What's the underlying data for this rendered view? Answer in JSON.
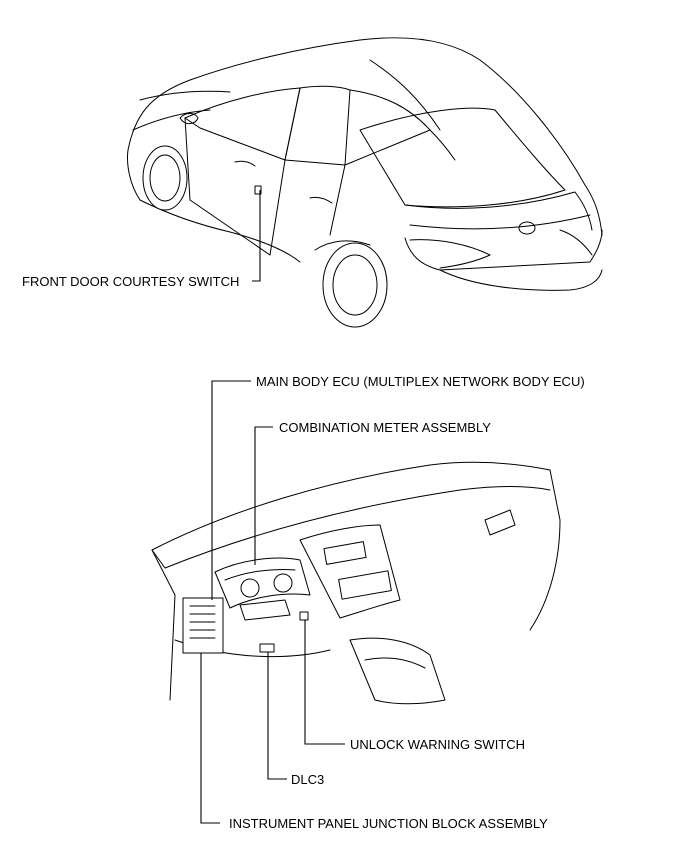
{
  "labels": {
    "front_door_courtesy_switch": "FRONT DOOR COURTESY SWITCH",
    "main_body_ecu": "MAIN BODY ECU (MULTIPLEX NETWORK BODY ECU)",
    "combination_meter_assembly": "COMBINATION METER ASSEMBLY",
    "unlock_warning_switch": "UNLOCK WARNING SWITCH",
    "dlc3": "DLC3",
    "instrument_panel_junction_block": "INSTRUMENT PANEL JUNCTION BLOCK ASSEMBLY"
  }
}
